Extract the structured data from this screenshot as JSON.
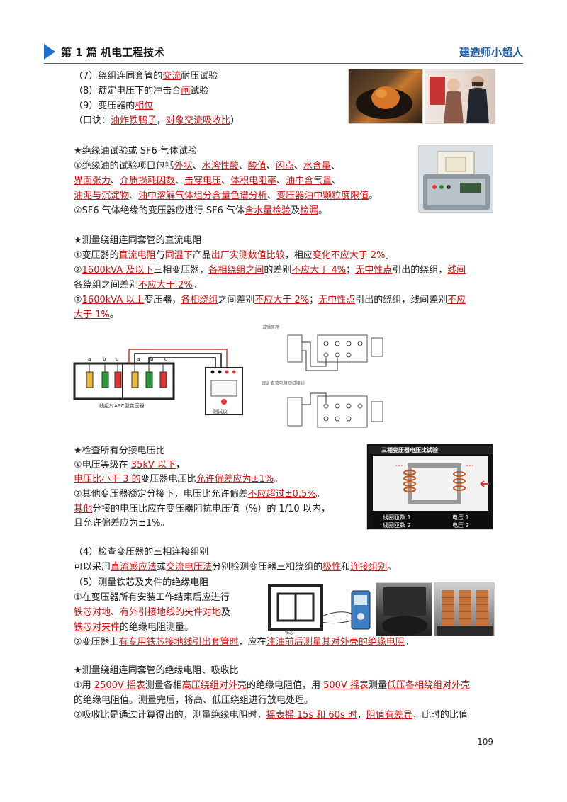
{
  "header": {
    "title": "第 1 篇  机电工程技术",
    "brand": "建造师小超人"
  },
  "s1": {
    "l1": [
      "（7）绕组连同套管的",
      "交流",
      "耐压试验"
    ],
    "l2": [
      "（8）额定电压下的冲击合",
      "闸",
      "试验"
    ],
    "l3": [
      "（9）变压器的",
      "相位"
    ],
    "l4": [
      "（口诀：",
      "油炸铁鸭子",
      "，",
      "对象交流吸收比",
      "）"
    ]
  },
  "s2": {
    "title": "★绝缘油试验或 SF6 气体试验",
    "l1": [
      "①绝缘油的试验项目包括",
      "外状",
      "、",
      "水溶性酸",
      "、",
      "酸值",
      "、",
      "闪点",
      "、",
      "水含量",
      "、"
    ],
    "l2": [
      "界面张力",
      "、",
      "介质损耗因数",
      "、",
      "击穿电压",
      "、",
      "体积电阻率",
      "、",
      "油中含气量",
      "、"
    ],
    "l3": [
      "油泥与沉淀物",
      "、",
      "油中溶解气体组分含量色谱分析",
      "、",
      "变压器油中颗粒度限值",
      "。"
    ],
    "l4": [
      "②SF6 气体绝缘的变压器应进行 SF6 气体",
      "含水量检验",
      "及",
      "检漏",
      "。"
    ]
  },
  "s3": {
    "title": "★测量绕组连同套管的直流电阻",
    "l1": [
      "①变压器的",
      "直流电阻",
      "与",
      "同温下",
      "产品",
      "出厂实测数值比较",
      "，相应",
      "变化不应大于 2%",
      "。"
    ],
    "l2": [
      "②",
      "1600kVA 及以下",
      "三相变压器，",
      "各相绕组之间",
      "的差别",
      "不应大于 4%",
      "；",
      "无中性点",
      "引出的绕组，",
      "线间"
    ],
    "l3": [
      "各绕组之间差别",
      "不应大于 2%",
      "。"
    ],
    "l4": [
      "③",
      "1600kVA 以上",
      "变压器，",
      "各相绕组",
      "之间差别",
      "不应大于 2%",
      "；",
      "无中性点",
      "引出的绕组，线间差别",
      "不应"
    ],
    "l5": [
      "大于 1%",
      "。"
    ]
  },
  "s4": {
    "title": "★检查所有分接电压比",
    "l1": [
      "①电压等级在 ",
      "35kV 以下",
      "，"
    ],
    "l2": [
      "电压比小于 3 的",
      "变压器电压比",
      "允许偏差应为±1%",
      "。"
    ],
    "l3": [
      "②其他变压器额定分接下，电压比允许偏差",
      "不应超过±0.5%",
      "。"
    ],
    "l4": [
      "其他",
      "分接的电压比应在变压器阻抗电压值（%）的 1/10 以内，"
    ],
    "l5": [
      "且允许偏差应为±1%。"
    ]
  },
  "s5": {
    "title": "（4）检查变压器的三相连接组别",
    "l1": [
      "可以采用",
      "直流感应法",
      "或",
      "交流电压法",
      "分别检测变压器三相绕组的",
      "极性",
      "和",
      "连接组别",
      "。"
    ]
  },
  "s6": {
    "title": "（5）测量铁芯及夹件的绝缘电阻",
    "l1": [
      "①在变压器所有安装工作结束后应进行"
    ],
    "l2": [
      "铁芯对地",
      "、",
      "有外引接地线的夹件对地",
      "及"
    ],
    "l3": [
      "铁芯对夹件",
      "的绝缘电阻测量。"
    ],
    "l4": [
      "②变压器上",
      "有专用铁芯接地线引出套管时",
      "，应在",
      "注油前后测量其对外壳的绝缘电阻",
      "。"
    ]
  },
  "s7": {
    "title": "★测量绕组连同套管的绝缘电阻、吸收比",
    "l1": [
      "①用 ",
      "2500V 摇表",
      "测量各相",
      "高压绕组对外壳",
      "的绝缘电阻值，用 ",
      "500V 摇表",
      "测量",
      "低压各相绕组对外壳"
    ],
    "l2": [
      "的绝缘电阻值。测量完后，将高、低压绕组进行放电处理。"
    ],
    "l3": [
      "②吸收比是通过计算得出的，测量绝缘电阻时，",
      "摇表摇 15s 和 60s 时",
      "，",
      "阻值有差异",
      "，此时的比值"
    ]
  },
  "figs": {
    "wiring_caption": "线组对ABC型变压器",
    "meter_caption": "测试仪",
    "diag1_title": "试验原理",
    "diag2_title": "图2 直流电阻测试接线",
    "screen_title": "三相变压器电压比试验",
    "screen_label1": "线圈匝数 1",
    "screen_label2": "线圈匝数 2",
    "screen_label3": "电压 1",
    "screen_label4": "电压 2",
    "core_caption": "铁芯",
    "terminals": [
      "a",
      "b",
      "c",
      "a",
      "b",
      "c"
    ]
  },
  "page_number": "109"
}
